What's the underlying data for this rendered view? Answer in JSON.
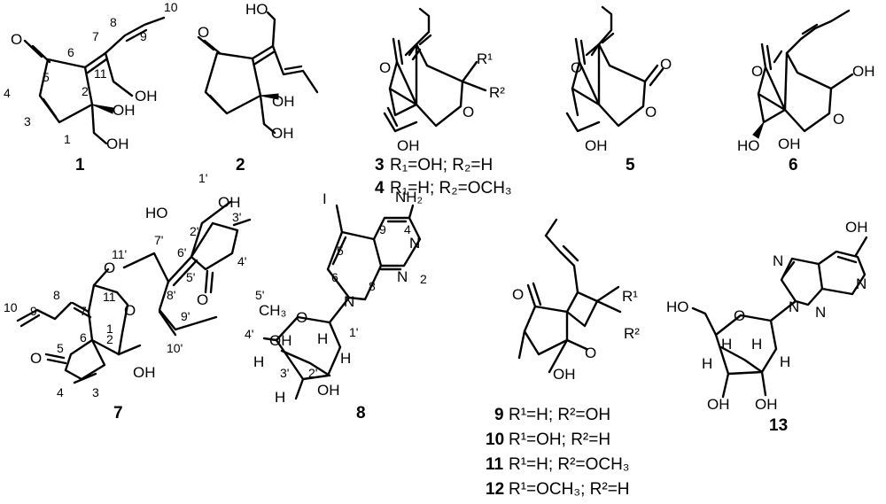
{
  "figure": {
    "compound_ids": {
      "c1": "1",
      "c2": "2",
      "c3": "3",
      "c4": "4",
      "c5": "5",
      "c6": "6",
      "c7": "7",
      "c8": "8",
      "c9": "9",
      "c10": "10",
      "c11": "11",
      "c12": "12",
      "c13": "13"
    },
    "substituents": {
      "c3": "R₁=OH; R₂=H",
      "c4": "R₁=H; R₂=OCH₃",
      "c9": "R¹=H; R²=OH",
      "c10": "R¹=OH; R²=H",
      "c11": "R¹=H; R²=OCH₃",
      "c12": "R¹=OCH₃; R²=H"
    },
    "atom_labels": {
      "O": "O",
      "OH": "OH",
      "HO": "HO",
      "H": "H",
      "N": "N",
      "I": "I",
      "NH2": "NH₂",
      "CH3": "CH₃",
      "R1": "R¹",
      "R2": "R²"
    },
    "locants": {
      "c1": [
        "1",
        "2",
        "3",
        "4",
        "5",
        "6",
        "7",
        "8",
        "9",
        "10",
        "11"
      ],
      "c7": [
        "1",
        "2",
        "3",
        "4",
        "5",
        "6",
        "7",
        "8",
        "9",
        "10",
        "11",
        "1'",
        "2'",
        "3'",
        "4'",
        "5'",
        "6'",
        "7'",
        "8'",
        "9'",
        "10'",
        "11'"
      ],
      "c8": [
        "1'",
        "2'",
        "3'",
        "4'",
        "5'",
        "2",
        "4",
        "5",
        "6",
        "8",
        "9"
      ]
    }
  }
}
